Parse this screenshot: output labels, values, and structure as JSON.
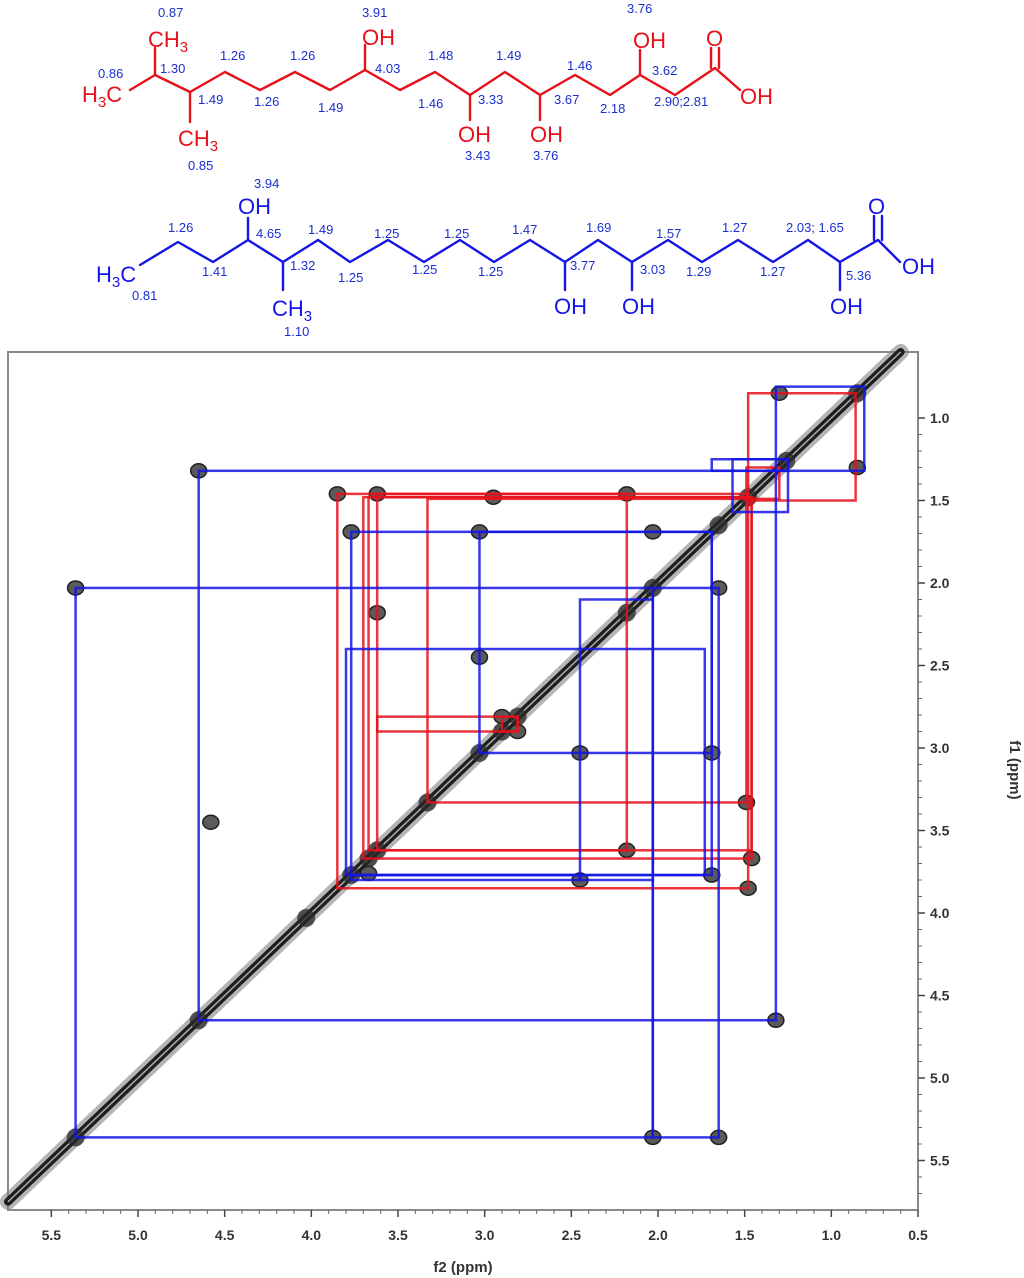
{
  "chart_data": {
    "type": "scatter",
    "xlabel": "f2 (ppm)",
    "ylabel": "f1 (ppm)",
    "xlim": [
      5.75,
      0.5
    ],
    "ylim": [
      0.6,
      5.8
    ],
    "x_ticks": [
      "5.5",
      "5.0",
      "4.5",
      "4.0",
      "3.5",
      "3.0",
      "2.5",
      "2.0",
      "1.5",
      "1.0",
      "0.5"
    ],
    "y_ticks": [
      "1.0",
      "1.5",
      "2.0",
      "2.5",
      "3.0",
      "3.5",
      "4.0",
      "4.5",
      "5.0",
      "5.5"
    ],
    "diagonal_peaks": [
      0.85,
      1.26,
      1.48,
      1.65,
      2.03,
      2.18,
      2.81,
      2.9,
      3.03,
      3.33,
      3.62,
      3.67,
      3.77,
      4.03,
      4.65,
      5.36
    ],
    "cross_peaks": [
      {
        "x": 4.65,
        "y": 1.32
      },
      {
        "x": 1.32,
        "y": 4.65
      },
      {
        "x": 3.85,
        "y": 1.46
      },
      {
        "x": 3.62,
        "y": 1.46
      },
      {
        "x": 2.95,
        "y": 1.48
      },
      {
        "x": 2.18,
        "y": 1.46
      },
      {
        "x": 3.77,
        "y": 1.69
      },
      {
        "x": 3.03,
        "y": 1.69
      },
      {
        "x": 2.03,
        "y": 1.69
      },
      {
        "x": 5.36,
        "y": 2.03
      },
      {
        "x": 1.65,
        "y": 2.03
      },
      {
        "x": 2.9,
        "y": 2.81
      },
      {
        "x": 2.81,
        "y": 2.9
      },
      {
        "x": 3.03,
        "y": 2.45
      },
      {
        "x": 2.45,
        "y": 3.03
      },
      {
        "x": 1.69,
        "y": 3.03
      },
      {
        "x": 3.62,
        "y": 2.18
      },
      {
        "x": 2.18,
        "y": 3.62
      },
      {
        "x": 3.67,
        "y": 3.76
      },
      {
        "x": 1.69,
        "y": 3.77
      },
      {
        "x": 2.45,
        "y": 3.8
      },
      {
        "x": 1.49,
        "y": 3.33
      },
      {
        "x": 1.46,
        "y": 3.67
      },
      {
        "x": 1.48,
        "y": 3.85
      },
      {
        "x": 4.58,
        "y": 3.45
      },
      {
        "x": 2.03,
        "y": 5.36
      },
      {
        "x": 1.65,
        "y": 5.36
      },
      {
        "x": 0.85,
        "y": 1.3
      },
      {
        "x": 1.3,
        "y": 0.85
      }
    ],
    "series": [
      {
        "color": "#e8101a",
        "rects": [
          {
            "x1": 1.48,
            "x2": 0.86,
            "y1": 0.85,
            "y2": 1.5
          },
          {
            "x1": 1.49,
            "x2": 1.3,
            "y1": 1.3,
            "y2": 1.49
          },
          {
            "x1": 3.85,
            "x2": 1.48,
            "y1": 1.46,
            "y2": 3.85
          },
          {
            "x1": 3.7,
            "x2": 1.46,
            "y1": 1.48,
            "y2": 3.67
          },
          {
            "x1": 3.62,
            "x2": 2.18,
            "y1": 1.46,
            "y2": 3.62
          },
          {
            "x1": 3.33,
            "x2": 1.49,
            "y1": 1.49,
            "y2": 3.33
          },
          {
            "x1": 3.67,
            "x2": 1.46,
            "y1": 1.48,
            "y2": 3.62
          },
          {
            "x1": 3.62,
            "x2": 2.81,
            "y1": 2.81,
            "y2": 2.9
          },
          {
            "x1": 2.9,
            "x2": 2.81,
            "y1": 2.81,
            "y2": 2.9
          }
        ]
      },
      {
        "color": "#1515e6",
        "rects": [
          {
            "x1": 1.32,
            "x2": 0.81,
            "y1": 0.81,
            "y2": 1.32
          },
          {
            "x1": 1.69,
            "x2": 1.25,
            "y1": 1.25,
            "y2": 1.32
          },
          {
            "x1": 1.57,
            "x2": 1.25,
            "y1": 1.25,
            "y2": 1.57
          },
          {
            "x1": 4.65,
            "x2": 1.32,
            "y1": 1.32,
            "y2": 4.65
          },
          {
            "x1": 3.77,
            "x2": 1.69,
            "y1": 1.69,
            "y2": 3.77
          },
          {
            "x1": 3.03,
            "x2": 1.69,
            "y1": 1.69,
            "y2": 3.03
          },
          {
            "x1": 5.36,
            "x2": 2.03,
            "y1": 2.03,
            "y2": 5.36
          },
          {
            "x1": 2.03,
            "x2": 1.65,
            "y1": 2.03,
            "y2": 5.36
          },
          {
            "x1": 2.45,
            "x2": 2.03,
            "y1": 2.1,
            "y2": 3.8
          },
          {
            "x1": 3.8,
            "x2": 1.73,
            "y1": 2.4,
            "y2": 3.77
          },
          {
            "x1": 3.77,
            "x2": 2.45,
            "y1": 3.77,
            "y2": 3.8
          }
        ]
      }
    ]
  },
  "structures": {
    "red": {
      "atoms": {
        "ch3_top": "CH",
        "ch3_top_sub": "3",
        "h3c_left": "H",
        "h3c_left_sub": "3",
        "h3c_left_c": "C",
        "ch3_bottom": "CH",
        "ch3_bottom_sub": "3",
        "oh1": "OH",
        "oh2": "OH",
        "oh3": "OH",
        "oh4": "OH",
        "o_carbonyl": "O",
        "oh_acid": "OH"
      },
      "shifts": [
        "0.87",
        "0.86",
        "1.30",
        "1.49",
        "0.85",
        "1.26",
        "1.26",
        "1.26",
        "3.91",
        "1.49",
        "4.03",
        "1.46",
        "1.48",
        "3.33",
        "3.43",
        "1.49",
        "3.67",
        "3.76",
        "1.46",
        "2.18",
        "3.76",
        "3.62",
        "2.90;2.81"
      ]
    },
    "blue": {
      "atoms": {
        "h3c": "H",
        "h3c_sub": "3",
        "h3c_c": "C",
        "oh_top": "OH",
        "ch3": "CH",
        "ch3_sub": "3",
        "oh1": "OH",
        "oh2": "OH",
        "o_carbonyl": "O",
        "oh_acid": "OH",
        "oh_alpha": "OH"
      },
      "shifts": [
        "3.94",
        "1.26",
        "4.65",
        "1.41",
        "1.32",
        "0.81",
        "1.10",
        "1.49",
        "1.25",
        "1.25",
        "1.25",
        "1.25",
        "1.25",
        "1.47",
        "3.77",
        "1.69",
        "3.03",
        "1.57",
        "1.29",
        "1.27",
        "1.27",
        "2.03; 1.65",
        "5.36"
      ]
    }
  }
}
